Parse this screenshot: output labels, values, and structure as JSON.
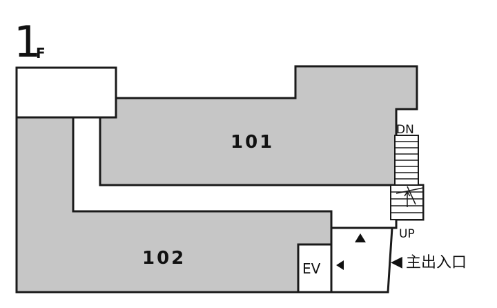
{
  "floor": {
    "number": "1",
    "suffix": "F"
  },
  "rooms": [
    {
      "id": "room-101",
      "label": "101"
    },
    {
      "id": "room-102",
      "label": "102"
    }
  ],
  "stairs": {
    "down_label": "DN",
    "up_label": "UP"
  },
  "elevator": {
    "label": "EV"
  },
  "entrance": {
    "label": "主出入口",
    "arrow": "◀"
  },
  "colors": {
    "room_fill": "#c6c6c6",
    "wall": "#1a1a1a",
    "background": "#ffffff"
  }
}
